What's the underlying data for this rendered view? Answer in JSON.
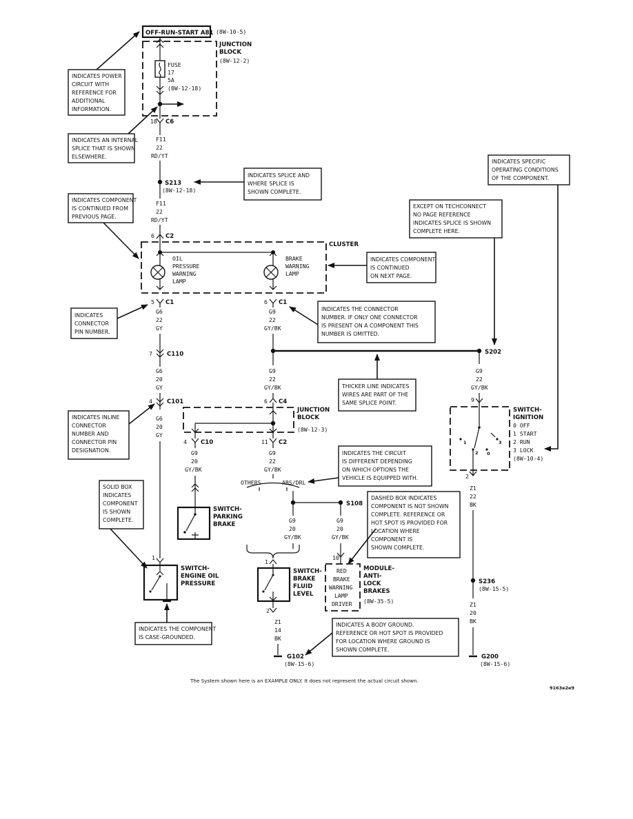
{
  "power": {
    "label": "OFF-RUN-START A81",
    "ref": "(8W-10-5)"
  },
  "junction_block_top": {
    "title_line1": "JUNCTION",
    "title_line2": "BLOCK",
    "ref": "(8W-12-2)",
    "fuse_l1": "FUSE",
    "fuse_l2": "17",
    "fuse_l3": "5A",
    "fuse_ref": "(8W-12-18)"
  },
  "c6": {
    "pin": "18",
    "name": "C6"
  },
  "wire_f11_a": {
    "circuit": "F11",
    "gauge": "22",
    "color": "RD/YT"
  },
  "s213": {
    "name": "S213",
    "ref": "(8W-12-18)"
  },
  "wire_f11_b": {
    "circuit": "F11",
    "gauge": "22",
    "color": "RD/YT"
  },
  "c2_top": {
    "pin": "6",
    "name": "C2"
  },
  "cluster": {
    "title": "CLUSTER",
    "oil_l1": "OIL",
    "oil_l2": "PRESSURE",
    "oil_l3": "WARNING",
    "oil_l4": "LAMP",
    "brake_l1": "BRAKE",
    "brake_l2": "WARNING",
    "brake_l3": "LAMP"
  },
  "c1_left": {
    "pin": "5",
    "name": "C1"
  },
  "c1_right": {
    "pin": "6",
    "name": "C1"
  },
  "wire_g6_a": {
    "circuit": "G6",
    "gauge": "22",
    "color": "GY"
  },
  "wire_g9_a": {
    "circuit": "G9",
    "gauge": "22",
    "color": "GY/BK"
  },
  "c110": {
    "pin": "7",
    "name": "C110"
  },
  "wire_g6_b": {
    "circuit": "G6",
    "gauge": "20",
    "color": "GY"
  },
  "wire_g9_b": {
    "circuit": "G9",
    "gauge": "22",
    "color": "GY/BK"
  },
  "s202": {
    "name": "S202"
  },
  "wire_g9_s202": {
    "circuit": "G9",
    "gauge": "22",
    "color": "GY/BK"
  },
  "c101": {
    "pin": "4",
    "name": "C101"
  },
  "wire_g6_c": {
    "circuit": "G6",
    "gauge": "20",
    "color": "GY"
  },
  "c4": {
    "pin": "6",
    "name": "C4"
  },
  "junction_block_mid": {
    "title_line1": "JUNCTION",
    "title_line2": "BLOCK",
    "ref": "(8W-12-3)"
  },
  "c10": {
    "pin": "4",
    "name": "C10"
  },
  "c2_mid": {
    "pin": "11",
    "name": "C2"
  },
  "wire_g9_c10": {
    "circuit": "G9",
    "gauge": "20",
    "color": "GY/BK"
  },
  "wire_g9_c2": {
    "circuit": "G9",
    "gauge": "22",
    "color": "GY/BK"
  },
  "switch_ignition": {
    "title_line1": "SWITCH-",
    "title_line2": "IGNITION",
    "pin": "9",
    "pos0": "0 OFF",
    "pos1": "1 START",
    "pos2": "2 RUN",
    "pos3": "3 LOCK",
    "ref": "(8W-10-4)",
    "num1": "1",
    "num2": "2",
    "num0": "0",
    "num3": "3"
  },
  "ign_out": {
    "pin": "2",
    "circuit": "Z1",
    "gauge": "22",
    "color": "BK"
  },
  "options": {
    "others": "OTHERS",
    "abs": "ABS/DRL"
  },
  "s108": {
    "name": "S108"
  },
  "wire_g9_left": {
    "circuit": "G9",
    "gauge": "20",
    "color": "GY/BK"
  },
  "wire_g9_right": {
    "circuit": "G9",
    "gauge": "20",
    "color": "GY/BK"
  },
  "switch_parking": {
    "title_line1": "SWITCH-",
    "title_line2": "PARKING",
    "title_line3": "BRAKE"
  },
  "switch_oil": {
    "pin": "1",
    "title_line1": "SWITCH-",
    "title_line2": "ENGINE OIL",
    "title_line3": "PRESSURE"
  },
  "switch_brake_fluid": {
    "pin": "1",
    "title_line1": "SWITCH-",
    "title_line2": "BRAKE",
    "title_line3": "FLUID",
    "title_line4": "LEVEL"
  },
  "abs_module": {
    "pin": "10",
    "l1": "RED",
    "l2": "BRAKE",
    "l3": "WARNING",
    "l4": "LAMP",
    "l5": "DRIVER",
    "title_line1": "MODULE-",
    "title_line2": "ANTI-",
    "title_line3": "LOCK",
    "title_line4": "BRAKES",
    "ref": "(8W-35-5)"
  },
  "s236": {
    "name": "S236",
    "ref": "(8W-15-5)"
  },
  "wire_z1_s236": {
    "circuit": "Z1",
    "gauge": "20",
    "color": "BK"
  },
  "g200": {
    "name": "G200",
    "ref": "(8W-15-6)"
  },
  "fluid_out": {
    "pin": "2",
    "circuit": "Z1",
    "gauge": "14",
    "color": "BK"
  },
  "g102": {
    "name": "G102",
    "ref": "(8W-15-6)"
  },
  "callouts": {
    "power": [
      "INDICATES POWER",
      "CIRCUIT WITH",
      "REFERENCE FOR",
      "ADDITIONAL",
      "INFORMATION."
    ],
    "internal_splice": [
      "INDICATES AN INTERNAL",
      "SPLICE THAT IS SHOWN",
      "ELSEWHERE."
    ],
    "splice_complete": [
      "INDICATES SPLICE AND",
      "WHERE SPLICE IS",
      "SHOWN COMPLETE."
    ],
    "continued_from": [
      "INDICATES COMPONENT",
      "IS CONTINUED FROM",
      "PREVIOUS PAGE."
    ],
    "operating": [
      "INDICATES SPECIFIC",
      "OPERATING CONDITIONS",
      "OF THE COMPONENT."
    ],
    "techconnect": [
      "EXCEPT ON TECHCONNECT",
      "NO PAGE REFERENCE",
      "INDICATES SPLICE IS SHOWN",
      "COMPLETE HERE."
    ],
    "continued_next": [
      "INDICATES COMPONENT",
      "IS CONTINUED",
      "ON NEXT PAGE."
    ],
    "pin_number": [
      "INDICATES",
      "CONNECTOR",
      "PIN NUMBER."
    ],
    "connector_number": [
      "INDICATES THE CONNECTOR",
      "NUMBER. IF ONLY ONE CONNECTOR",
      "IS PRESENT ON A COMPONENT THIS",
      "NUMBER IS OMITTED."
    ],
    "thicker_line": [
      "THICKER LINE INDICATES",
      "WIRES ARE PART OF THE",
      "SAME SPLICE POINT."
    ],
    "inline_connector": [
      "INDICATES INLINE",
      "CONNECTOR",
      "NUMBER AND",
      "CONNECTOR PIN",
      "DESIGNATION."
    ],
    "circuit_different": [
      "INDICATES THE CIRCUIT",
      "IS DIFFERENT DEPENDING",
      "ON WHICH OPTIONS THE",
      "VEHICLE IS EQUIPPED WITH."
    ],
    "solid_box": [
      "SOLID BOX",
      "INDICATES",
      "COMPONENT",
      "IS SHOWN",
      "COMPLETE."
    ],
    "dashed_box": [
      "DASHED BOX INDICATES",
      "COMPONENT IS NOT SHOWN",
      "COMPLETE. REFERENCE OR",
      "HOT SPOT IS PROVIDED FOR",
      "LOCATION WHERE",
      "COMPONENT IS",
      "SHOWN COMPLETE."
    ],
    "case_grounded": [
      "INDICATES THE COMPONENT",
      "IS CASE-GROUNDED."
    ],
    "body_ground": [
      "INDICATES A BODY GROUND.",
      "REFERENCE OR HOT SPOT IS PROVIDED",
      "FOR LOCATION WHERE GROUND IS",
      "SHOWN COMPLETE."
    ]
  },
  "footer": {
    "note": "The System shown here is an EXAMPLE ONLY.  It does not represent the actual circuit shown.",
    "code": "9163e2e9"
  }
}
